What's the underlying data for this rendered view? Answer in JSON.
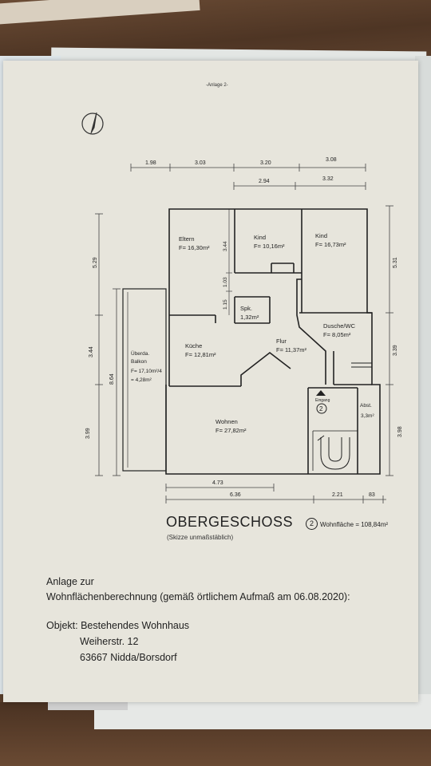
{
  "document": {
    "anlage_label": "-Anlage 2-",
    "title": "OBERGESCHOSS",
    "entrance_number": "2",
    "living_area": "Wohnfläche = 108,84m²",
    "note": "(Skizze unmaßstäblich)",
    "footer": {
      "line1": "Anlage zur",
      "line2": "Wohnflächenberechnung (gemäß örtlichem Aufmaß am 06.08.2020):",
      "line3": "Objekt: Bestehendes Wohnhaus",
      "line4": "Weiherstr. 12",
      "line5": "63667 Nidda/Borsdorf"
    }
  },
  "rooms": {
    "eltern": {
      "name": "Eltern",
      "area": "F= 16,30m²"
    },
    "kind1": {
      "name": "Kind",
      "area": "F= 10,16m²"
    },
    "kind2": {
      "name": "Kind",
      "area": "F= 16,73m²"
    },
    "spk": {
      "name": "Spk.",
      "area": "1,32m²"
    },
    "kueche": {
      "name": "Küche",
      "area": "F= 12,81m²"
    },
    "flur": {
      "name": "Flur",
      "area": "F= 11,37m²"
    },
    "dusche": {
      "name": "Dusche/WC",
      "area": "F= 8,05m²"
    },
    "balkon": {
      "line1": "Überda.",
      "line2": "Balkon",
      "line3": "F= 17,10m²/4",
      "line4": "= 4,28m²"
    },
    "wohnen": {
      "name": "Wohnen",
      "area": "F= 27,82m²"
    },
    "eingang": {
      "name": "Eingang",
      "number": "2"
    },
    "abst": {
      "name": "Abst.",
      "area": "3,3m²"
    }
  },
  "dimensions": {
    "top_row1": [
      "1.98",
      "3.03",
      "3.20",
      "3.08"
    ],
    "top_row2": [
      "2.94",
      "3.32"
    ],
    "left_outer": [
      "5.29",
      "3.44",
      "3.99"
    ],
    "left_inner": "8.64",
    "inner_vertical": [
      "3.44",
      "1.03",
      "1.15"
    ],
    "right": [
      "5.31",
      "3.39",
      "3.98"
    ],
    "bottom_row1": "4.73",
    "bottom_row2": [
      "6.36",
      "2.21",
      "83"
    ]
  }
}
